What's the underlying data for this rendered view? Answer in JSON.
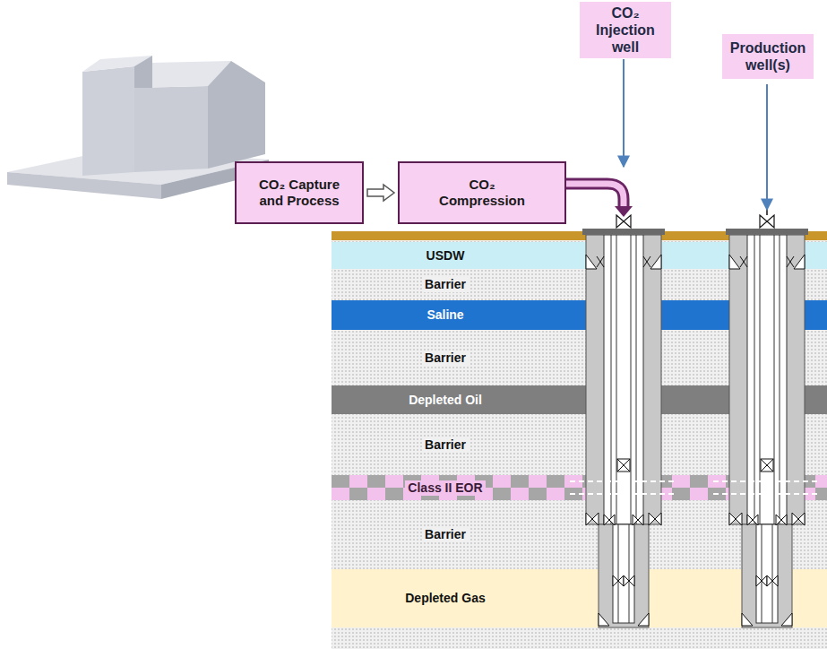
{
  "diagram": {
    "nodes": [
      {
        "text": [
          "CO₂ Capture and Process"
        ]
      },
      {
        "text": [
          "CO₂ Compression"
        ]
      },
      {
        "text": [
          "CO₂ Injection well"
        ]
      },
      {
        "text": [
          "Production well(s)"
        ]
      },
      {
        "text": [
          "USDW"
        ]
      },
      {
        "text": [
          "Barrier"
        ]
      },
      {
        "text": [
          "Saline"
        ]
      },
      {
        "text": [
          "Barrier"
        ]
      },
      {
        "text": [
          "Depleted Oil"
        ]
      },
      {
        "text": [
          "Barrier"
        ]
      },
      {
        "text": [
          "Class II EOR"
        ]
      },
      {
        "text": [
          "Barrier"
        ]
      },
      {
        "text": [
          "Depleted Gas"
        ]
      }
    ],
    "edges": [
      {
        "from": 0,
        "to": 1,
        "arrow": "to"
      }
    ]
  }
}
